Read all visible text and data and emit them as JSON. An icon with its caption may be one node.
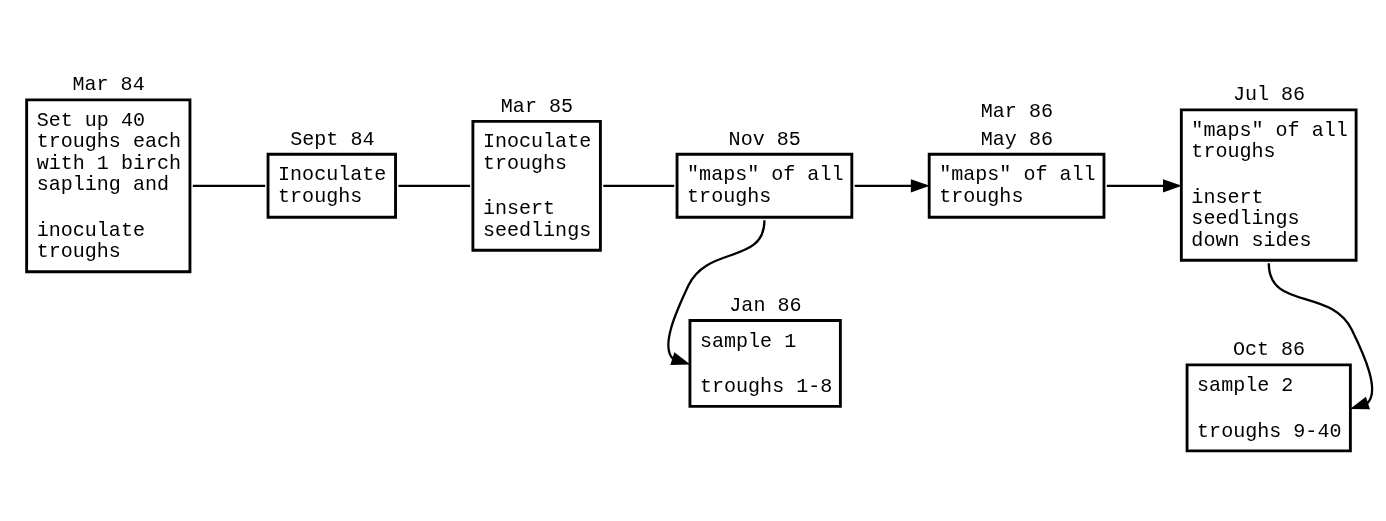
{
  "diagram": {
    "nodes": [
      {
        "text": [
          "Set up 40 troughs each with 1 birch sapling and",
          "inoculate troughs"
        ],
        "beside": [
          "Mar 84"
        ]
      },
      {
        "text": [
          "Inoculate troughs"
        ],
        "beside": [
          "Sept 84"
        ]
      },
      {
        "text": [
          "Inoculate troughs",
          "insert seedlings"
        ],
        "beside": [
          "Mar 85"
        ]
      },
      {
        "text": [
          "\"maps\" of all troughs"
        ],
        "beside": [
          "Nov 85"
        ]
      },
      {
        "text": [
          "\"maps\" of all troughs"
        ],
        "beside": [
          "Mar 86",
          "May 86"
        ]
      },
      {
        "text": [
          "\"maps\" of all troughs",
          "insert seedlings down sides"
        ],
        "beside": [
          "Jul 86"
        ]
      },
      {
        "text": [
          "sample 1",
          "troughs 1-8"
        ],
        "beside": [
          "Jan 86"
        ]
      },
      {
        "text": [
          "sample 2",
          "troughs 9-40"
        ],
        "beside": [
          "Oct 86"
        ]
      }
    ],
    "edges": [
      {
        "from": 0,
        "to": 1,
        "arrow": "none"
      },
      {
        "from": 1,
        "to": 2,
        "arrow": "none"
      },
      {
        "from": 2,
        "to": 3,
        "arrow": "none"
      },
      {
        "from": 3,
        "to": 4,
        "arrow": "to"
      },
      {
        "from": 3,
        "to": 6,
        "arrow": "to"
      },
      {
        "from": 4,
        "to": 5,
        "arrow": "to"
      },
      {
        "from": 5,
        "to": 7,
        "arrow": "to"
      }
    ]
  }
}
